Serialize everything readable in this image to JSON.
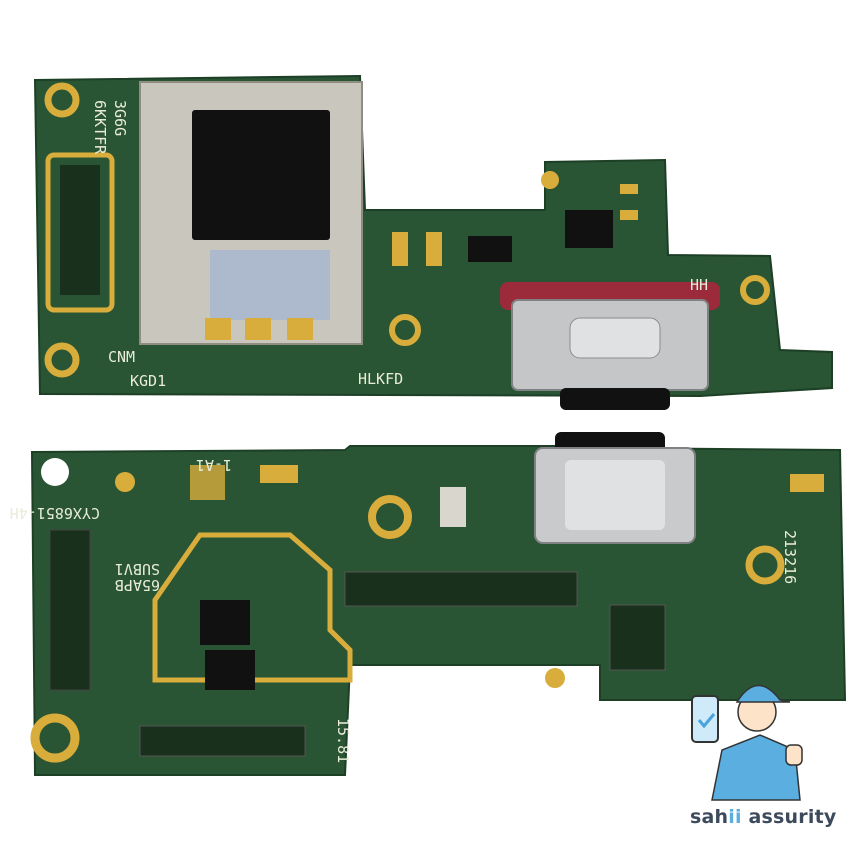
{
  "top_board": {
    "labels": {
      "code1": "6KKTFR",
      "code2": "3G6G",
      "cnm": "CNM",
      "kgd": "KGD1",
      "hlkfd": "HLKFD",
      "hh": "HH"
    }
  },
  "bottom_board": {
    "labels": {
      "a1": "1-A1",
      "cyx": "CYX6851-4H",
      "apb": "65APB",
      "subv": "SUBV1",
      "num": "213216",
      "ver": "15.81"
    }
  },
  "logo": {
    "brand_part1": "sah",
    "brand_part2": "ii",
    "brand_part3": " assurity"
  },
  "colors": {
    "pcb": "#2a5534",
    "gold": "#d9ad3c",
    "brand_text": "#3d4a5c",
    "brand_accent": "#5aaee0"
  }
}
